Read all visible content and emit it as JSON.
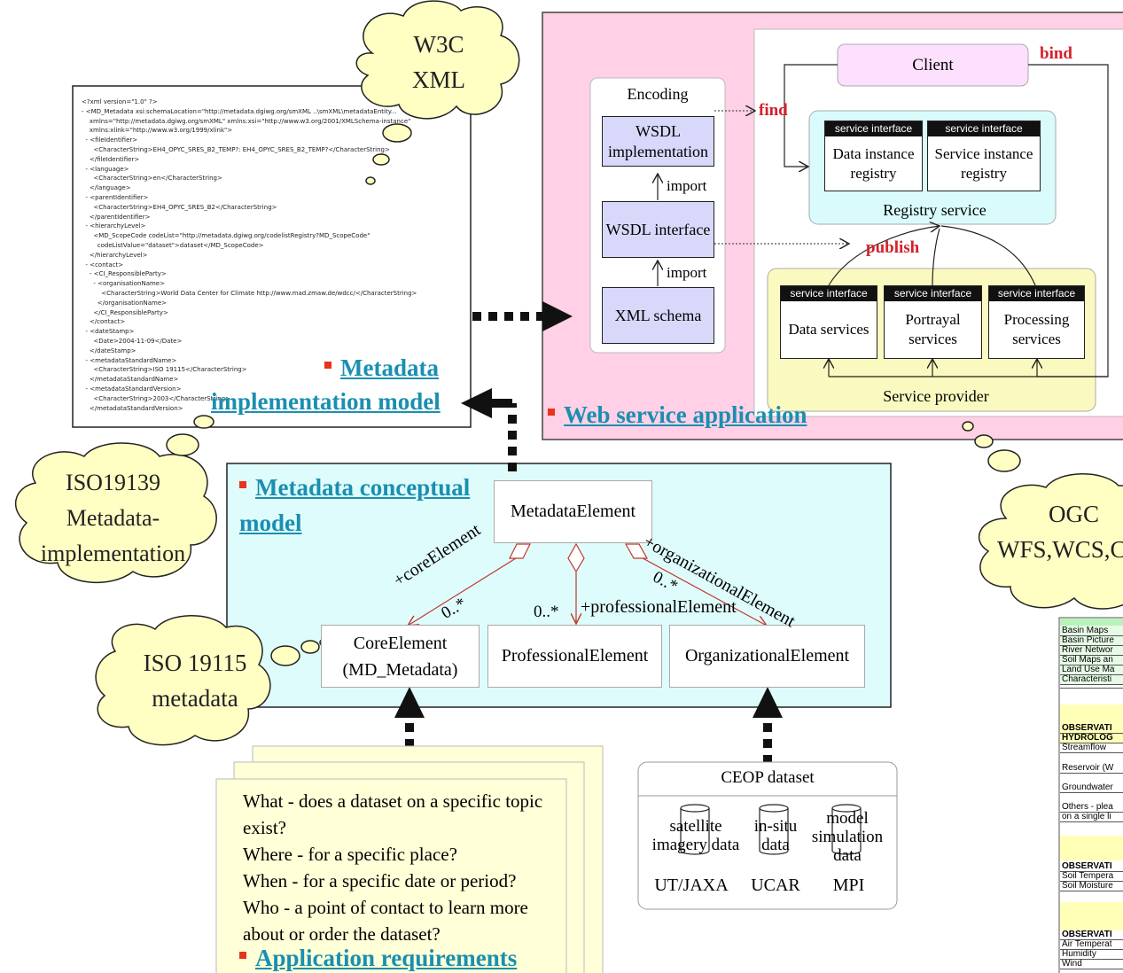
{
  "xml_listing": {
    "lines": [
      "<?xml version=\"1.0\" ?>",
      "- <MD_Metadata xsi:schemaLocation=\"http://metadata.dgiwg.org/smXML ..\\smXML\\metadataEntity...",
      "    xmlns=\"http://metadata.dgiwg.org/smXML\" xmlns:xsi=\"http://www.w3.org/2001/XMLSchema-instance\"",
      "    xmlns:xlink=\"http://www.w3.org/1999/xlink\">",
      "  - <fileIdentifier>",
      "      <CharacterString>EH4_OPYC_SRES_B2_TEMP?: EH4_OPYC_SRES_B2_TEMP?</CharacterString>",
      "    </fileIdentifier>",
      "  - <language>",
      "      <CharacterString>en</CharacterString>",
      "    </language>",
      "  - <parentIdentifier>",
      "      <CharacterString>EH4_OPYC_SRES_B2</CharacterString>",
      "    </parentIdentifier>",
      "  - <hierarchyLevel>",
      "      <MD_ScopeCode codeList=\"http://metadata.dgiwg.org/codelistRegistry?MD_ScopeCode\"",
      "        codeListValue=\"dataset\">dataset</MD_ScopeCode>",
      "    </hierarchyLevel>",
      "  - <contact>",
      "    - <CI_ResponsibleParty>",
      "      - <organisationName>",
      "          <CharacterString>World Data Center for Climate http://www.mad.zmaw.de/wdcc/</CharacterString>",
      "        </organisationName>",
      "      </CI_ResponsibleParty>",
      "    </contact>",
      "  - <dateStamp>",
      "      <Date>2004-11-09</Date>",
      "    </dateStamp>",
      "  - <metadataStandardName>",
      "      <CharacterString>ISO 19115</CharacterString>",
      "    </metadataStandardName>",
      "  - <metadataStandardVersion>",
      "      <CharacterString>2003</CharacterString>",
      "    </metadataStandardVersion>"
    ]
  },
  "clouds": {
    "w3c": [
      "W3C",
      "XML"
    ],
    "iso19139": [
      "ISO19139",
      "Metadata-",
      "implementation"
    ],
    "iso19115": [
      "ISO 19115",
      "metadata"
    ],
    "ogc": [
      "OGC",
      "WFS,WCS,C"
    ]
  },
  "sections": {
    "metadata_impl": [
      "Metadata",
      "implementation model"
    ],
    "web_service": "Web service application",
    "conceptual": [
      "Metadata conceptual",
      "model"
    ],
    "app_req": "Application requirements"
  },
  "web_service": {
    "encoding_label": "Encoding",
    "wsdl_impl": [
      "WSDL",
      "implementation"
    ],
    "wsdl_interface": "WSDL interface",
    "xml_schema": "XML schema",
    "import_label": "import",
    "find": "find",
    "bind": "bind",
    "publish": "publish",
    "client": "Client",
    "service_interface": "service interface",
    "data_instance_registry": [
      "Data instance",
      "registry"
    ],
    "service_instance_registry": [
      "Service instance",
      "registry"
    ],
    "registry_service": "Registry service",
    "data_services": "Data services",
    "portrayal_services": [
      "Portrayal",
      "services"
    ],
    "processing_services": [
      "Processing",
      "services"
    ],
    "service_provider": "Service provider"
  },
  "uml": {
    "metadata_element": "MetadataElement",
    "core_element": [
      "CoreElement",
      "(MD_Metadata)"
    ],
    "professional_element": "ProfessionalElement",
    "organizational_element": "OrganizationalElement",
    "core_role": "+coreElement",
    "professional_role": "+professionalElement",
    "organizational_role": "+organizationalElement",
    "mult": "0..*"
  },
  "requirements": [
    "What - does a dataset on a specific topic",
    "exist?",
    "Where - for a specific place?",
    "When - for a specific date or period?",
    "Who - a point of contact to learn more",
    "about or order the dataset?"
  ],
  "ceop": {
    "title": "CEOP dataset",
    "items": [
      {
        "label": [
          "satellite",
          "imagery data"
        ],
        "org": "UT/JAXA"
      },
      {
        "label": [
          "in-situ",
          "data"
        ],
        "org": "UCAR"
      },
      {
        "label": [
          "model",
          "simulation",
          "data"
        ],
        "org": "MPI"
      }
    ]
  },
  "side_table": {
    "rows": [
      "Basin Maps",
      "Basin Picture",
      "River Networ",
      "Soil Maps an",
      "Land Use Ma",
      "Characteristi",
      "",
      "OBSERVATI",
      "HYDROLOG",
      "Streamflow",
      "Reservoir (W",
      "Groundwater",
      "Others - plea",
      "on a single li",
      "OBSERVATI",
      "Soil Tempera",
      "Soil Moisture",
      "OBSERVATI",
      "Air Temperat",
      "Humidity",
      "Wind"
    ]
  }
}
